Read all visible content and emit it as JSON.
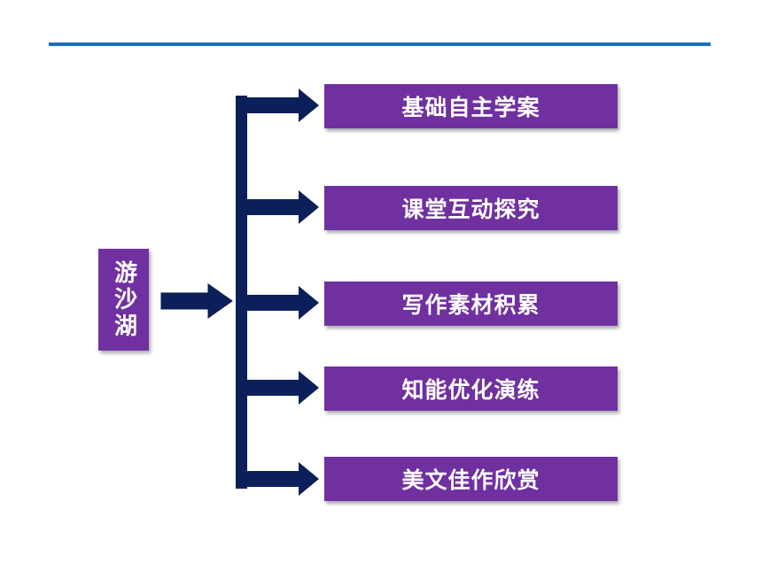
{
  "root": {
    "label": "游沙湖"
  },
  "branches": [
    {
      "label": "基础自主学案"
    },
    {
      "label": "课堂互动探究"
    },
    {
      "label": "写作素材积累"
    },
    {
      "label": "知能优化演练"
    },
    {
      "label": "美文佳作欣赏"
    }
  ],
  "colors": {
    "node_fill": "#7030a0",
    "connector": "#0b1f5a",
    "rule": "#1f6fb2"
  }
}
